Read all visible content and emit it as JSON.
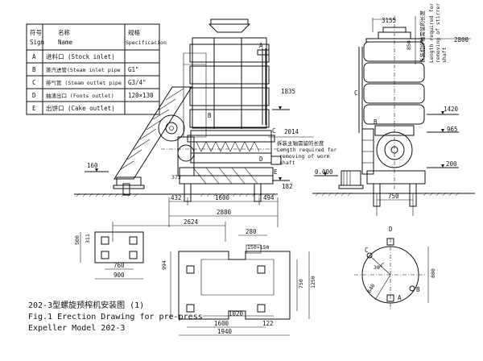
{
  "table": {
    "header": {
      "sign_cn": "符号",
      "sign_en": "Sign",
      "name_cn": "名称",
      "name_en": "Name",
      "spec_cn": "规格",
      "spec_en": "Specificacion"
    },
    "rows": [
      {
        "sign": "A",
        "name": "进料口 (Stock inlet)",
        "spec": ""
      },
      {
        "sign": "B",
        "name": "蒸汽进管(Steam inlet pipe",
        "spec": "G1\""
      },
      {
        "sign": "C",
        "name": "排气管 (Steam outlet pipe",
        "spec": "G3/4\""
      },
      {
        "sign": "D",
        "name": "抽渣出口 (Foots outlet)",
        "spec": "120×130"
      },
      {
        "sign": "E",
        "name": "出饼口 (Cake outlet)",
        "spec": ""
      }
    ]
  },
  "dims": {
    "d160": "160",
    "d373": "373",
    "d432": "432",
    "d1600a": "1600",
    "d494": "494",
    "d182": "182",
    "d2880": "2880",
    "d2624": "2624",
    "d1835": "1835",
    "d2014": "2014",
    "d3155": "3155",
    "d850": "850",
    "d2800": "2800",
    "d1420": "1420",
    "d965": "965",
    "d200": "200",
    "d0000": "0.000",
    "d750a": "750",
    "d280": "280",
    "d150x150": "150×150",
    "d500": "500",
    "d311": "311",
    "d760": "760",
    "d900": "900",
    "d994": "994",
    "d750b": "750",
    "d1250": "1250",
    "d1020": "1020",
    "d1600b": "1600",
    "d122": "122",
    "d1940": "1940",
    "d880": "880",
    "d640": "640",
    "d30deg": "30°"
  },
  "notes": {
    "worm_cn": "拆装主轴需留的长度",
    "worm_en1": "Length required for",
    "worm_en2": "removing of worm",
    "worm_en3": "shaft",
    "stir_cn": "拆装搅拌轴需留的长度",
    "stir_en1": "Length required for",
    "stir_en2": "removing of stirrer",
    "stir_en3": "shaft"
  },
  "labels": {
    "a": "A",
    "b": "B",
    "c": "C",
    "d": "D",
    "e": "E"
  },
  "title": {
    "cn": "202-3型螺旋预榨机安装图 (1)",
    "en1": "Fig.1 Erection Drawing for pre-press",
    "en2": "Expeller Model 202-3"
  }
}
